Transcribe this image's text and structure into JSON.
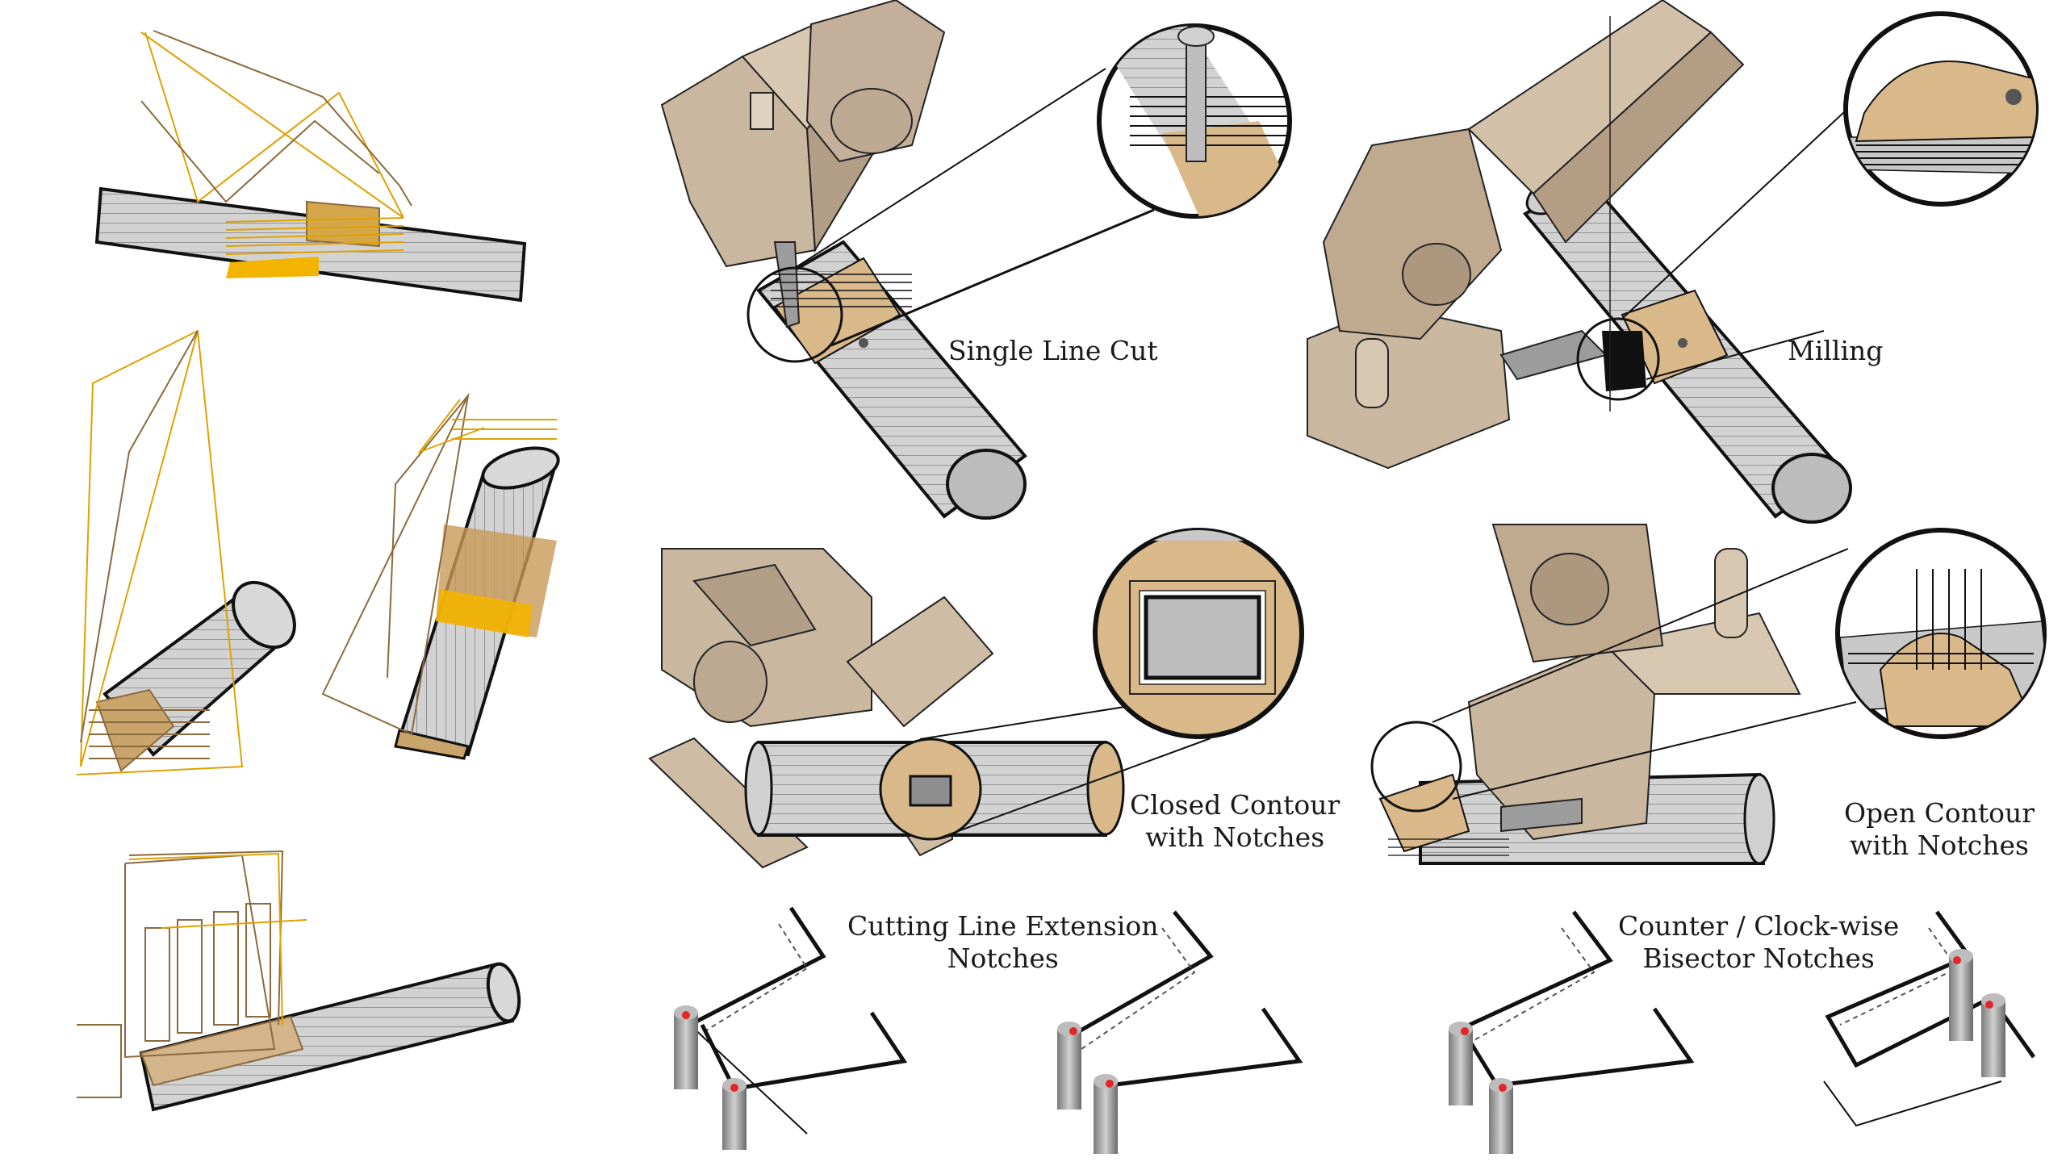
{
  "labels": {
    "single_line_cut": "Single Line Cut",
    "milling": "Milling",
    "closed_contour_line1": "Closed Contour",
    "closed_contour_line2": "with Notches",
    "open_contour_line1": "Open Contour",
    "open_contour_line2": "with Notches",
    "cutting_extension_line1": "Cutting Line Extension",
    "cutting_extension_line2": "Notches",
    "bisector_line1": "Counter / Clock-wise",
    "bisector_line2": "Bisector Notches"
  },
  "colors": {
    "timber_gray": "#c8c8c8",
    "robot_beige": "#c9b7a0",
    "robot_dark": "#9f8c77",
    "toolpath_orange": "#f2a900",
    "toolpath_brown": "#8b6a3d",
    "notch_red": "#e0262b",
    "outline": "#111111"
  }
}
